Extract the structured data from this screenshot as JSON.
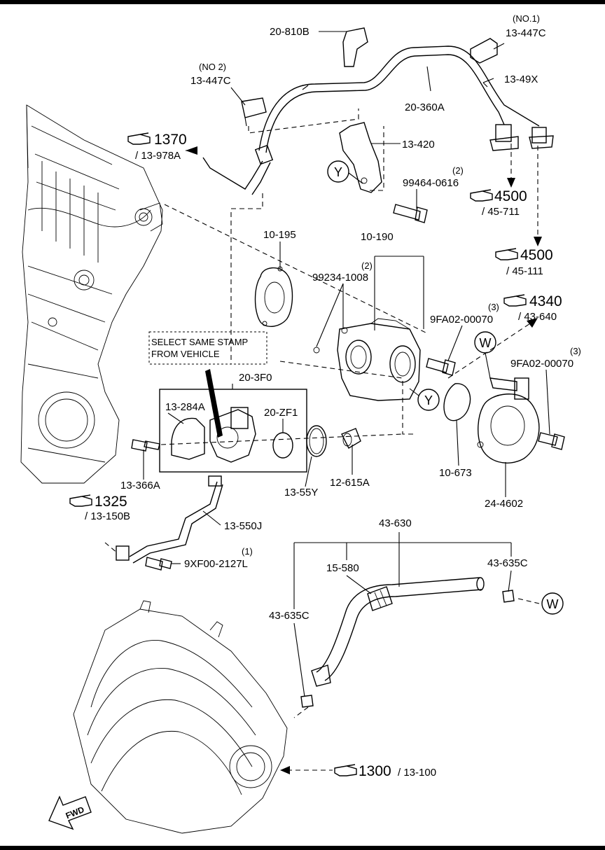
{
  "diagram": {
    "parts": {
      "p_20_810B": "20-810B",
      "p_13_447C_no1_qty": "(NO.1)",
      "p_13_447C_no1": "13-447C",
      "p_13_447C_no2_qty": "(NO 2)",
      "p_13_447C_no2": "13-447C",
      "p_13_49X": "13-49X",
      "p_20_360A": "20-360A",
      "p_13_420": "13-420",
      "p_99464_qty": "(2)",
      "p_99464": "99464-0616",
      "p_10_195": "10-195",
      "p_10_190": "10-190",
      "p_99234_qty": "(2)",
      "p_99234": "99234-1008",
      "p_9FA02_a_qty": "(3)",
      "p_9FA02_a": "9FA02-00070",
      "p_9FA02_b_qty": "(3)",
      "p_9FA02_b": "9FA02-00070",
      "p_20_3F0": "20-3F0",
      "p_13_284A": "13-284A",
      "p_20_ZF1": "20-ZF1",
      "p_13_366A": "13-366A",
      "p_13_55Y": "13-55Y",
      "p_12_615A": "12-615A",
      "p_10_673": "10-673",
      "p_24_4602": "24-4602",
      "p_13_550J": "13-550J",
      "p_9XF00_qty": "(1)",
      "p_9XF00": "9XF00-2127L",
      "p_43_630": "43-630",
      "p_15_580": "15-580",
      "p_43_635C_a": "43-635C",
      "p_43_635C_b": "43-635C"
    },
    "refs": {
      "r1370_num": "1370",
      "r1370_sub": "/ 13-978A",
      "r4500a_num": "4500",
      "r4500a_sub": "/ 45-711",
      "r4500b_num": "4500",
      "r4500b_sub": "/ 45-111",
      "r4340_num": "4340",
      "r4340_sub": "/ 43-640",
      "r1325_num": "1325",
      "r1325_sub": "/ 13-150B",
      "r1300_num": "1300",
      "r1300_sub": "/ 13-100"
    },
    "markers": {
      "y1": "Y",
      "y2": "Y",
      "w1": "W",
      "w2": "W"
    },
    "note_line1": "SELECT SAME STAMP",
    "note_line2": "FROM VEHICLE",
    "fwd": "FWD"
  }
}
